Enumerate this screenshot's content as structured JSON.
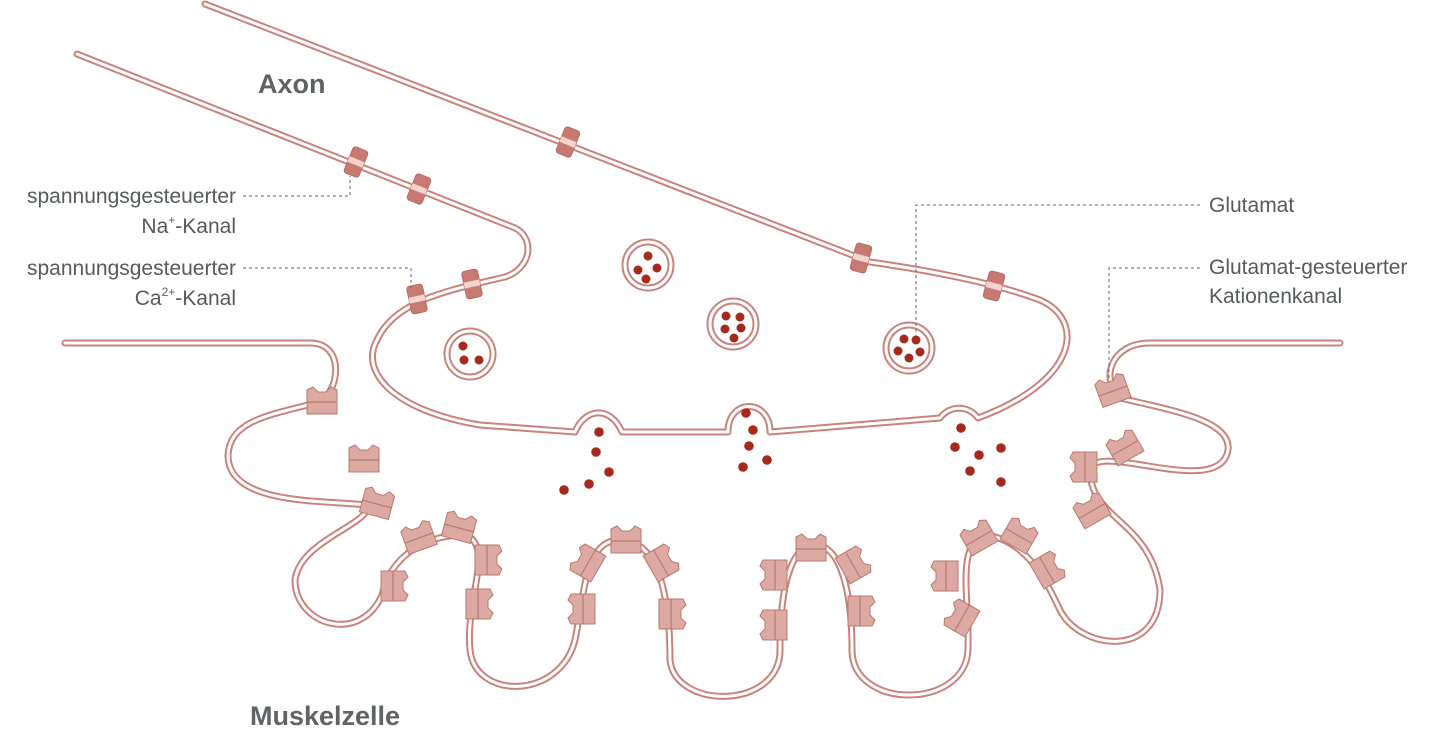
{
  "labels": {
    "axon": "Axon",
    "muscle_cell": "Muskelzelle",
    "na_channel_line1": "spannungsgesteuerter",
    "na_channel_ion": "Na",
    "na_channel_charge": "+",
    "na_channel_suffix": "-Kanal",
    "ca_channel_line1": "spannungsgesteuerter",
    "ca_channel_ion": "Ca",
    "ca_channel_charge": "2+",
    "ca_channel_suffix": "-Kanal",
    "glutamate": "Glutamat",
    "receptor_line1": "Glutamat-gesteuerter",
    "receptor_line2": "Kationenkanal"
  },
  "colors": {
    "membrane": "#c9837a",
    "ion_channel": "#c77a72",
    "ion_channel_pore": "#f3d3cc",
    "receptor": "#dcaaa2",
    "glutamate": "#a52a1d",
    "leader_line": "#666666",
    "text": "#555a60"
  }
}
